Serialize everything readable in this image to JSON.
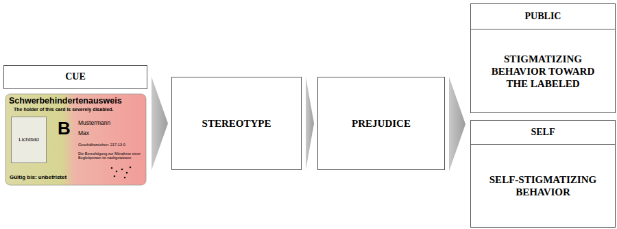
{
  "diagram": {
    "nodes": [
      {
        "text": [
          "CUE"
        ]
      },
      {
        "text": [
          "Schwerbehindertenausweis",
          "The holder of this card is severely disabled.",
          "B",
          "Mustermann",
          "Max",
          "Geschäftszeichen: 217-13-0",
          "Die Berechtigung zur Mitnahme einer Begleitperson ist nachgewiesen",
          "Gültig bis: unbefristet"
        ]
      },
      {
        "text": [
          "Lichtbild"
        ],
        "in": 1
      },
      {
        "text": [
          "STEREOTYPE"
        ]
      },
      {
        "text": [
          "PREJUDICE"
        ]
      },
      {
        "text": [
          "PUBLIC",
          "STIGMATIZING BEHAVIOR TOWARD THE LABELED"
        ]
      },
      {
        "text": [
          "SELF",
          "SELF-STIGMATIZING BEHAVIOR"
        ]
      }
    ],
    "edges": [
      {
        "from": 1,
        "to": 3,
        "arrow": "to"
      },
      {
        "from": 3,
        "to": 4,
        "arrow": "to"
      },
      {
        "from": 4,
        "to": 5,
        "arrow": "to"
      },
      {
        "from": 4,
        "to": 6,
        "arrow": "to"
      }
    ]
  }
}
